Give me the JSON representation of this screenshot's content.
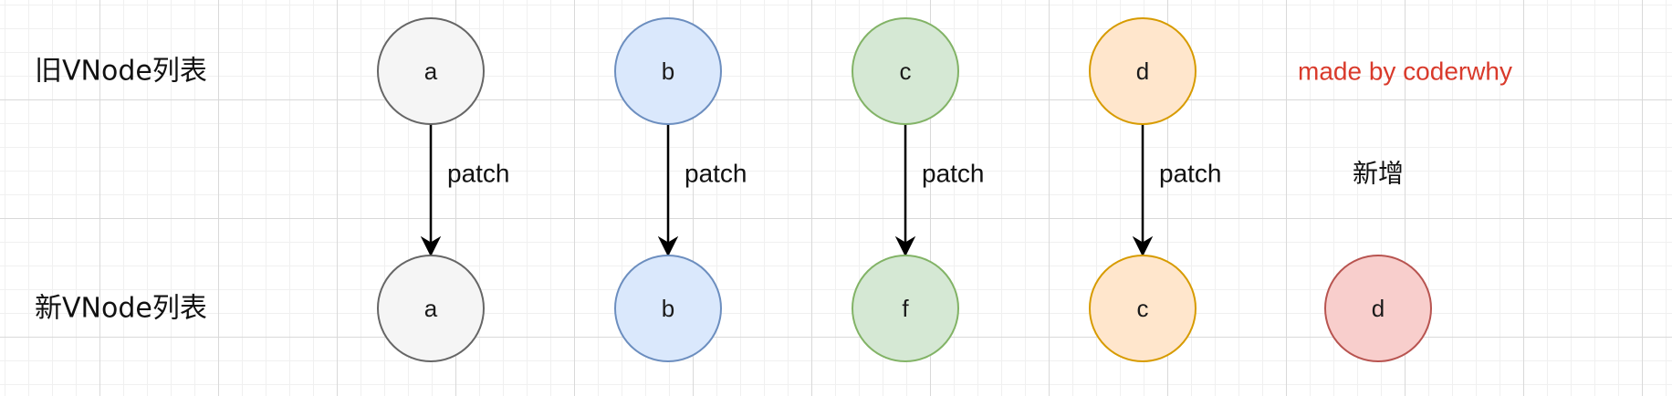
{
  "row_labels": {
    "old": "旧VNode列表",
    "new": "新VNode列表"
  },
  "credit": "made by coderwhy",
  "added_note": "新增",
  "colors": {
    "gray": {
      "fill": "#f5f5f5",
      "stroke": "#666666"
    },
    "blue": {
      "fill": "#dae8fc",
      "stroke": "#6c8ebf"
    },
    "green": {
      "fill": "#d5e8d4",
      "stroke": "#82b366"
    },
    "orange": {
      "fill": "#ffe6cc",
      "stroke": "#d79b00"
    },
    "red": {
      "fill": "#f8cecc",
      "stroke": "#b85450"
    },
    "credit": "#d93a2b"
  },
  "old_nodes": [
    {
      "label": "a",
      "color": "gray"
    },
    {
      "label": "b",
      "color": "blue"
    },
    {
      "label": "c",
      "color": "green"
    },
    {
      "label": "d",
      "color": "orange"
    }
  ],
  "new_nodes": [
    {
      "label": "a",
      "color": "gray"
    },
    {
      "label": "b",
      "color": "blue"
    },
    {
      "label": "f",
      "color": "green"
    },
    {
      "label": "c",
      "color": "orange"
    },
    {
      "label": "d",
      "color": "red"
    }
  ],
  "edges": [
    {
      "from": 0,
      "to": 0,
      "label": "patch"
    },
    {
      "from": 1,
      "to": 1,
      "label": "patch"
    },
    {
      "from": 2,
      "to": 2,
      "label": "patch"
    },
    {
      "from": 3,
      "to": 3,
      "label": "patch"
    }
  ]
}
